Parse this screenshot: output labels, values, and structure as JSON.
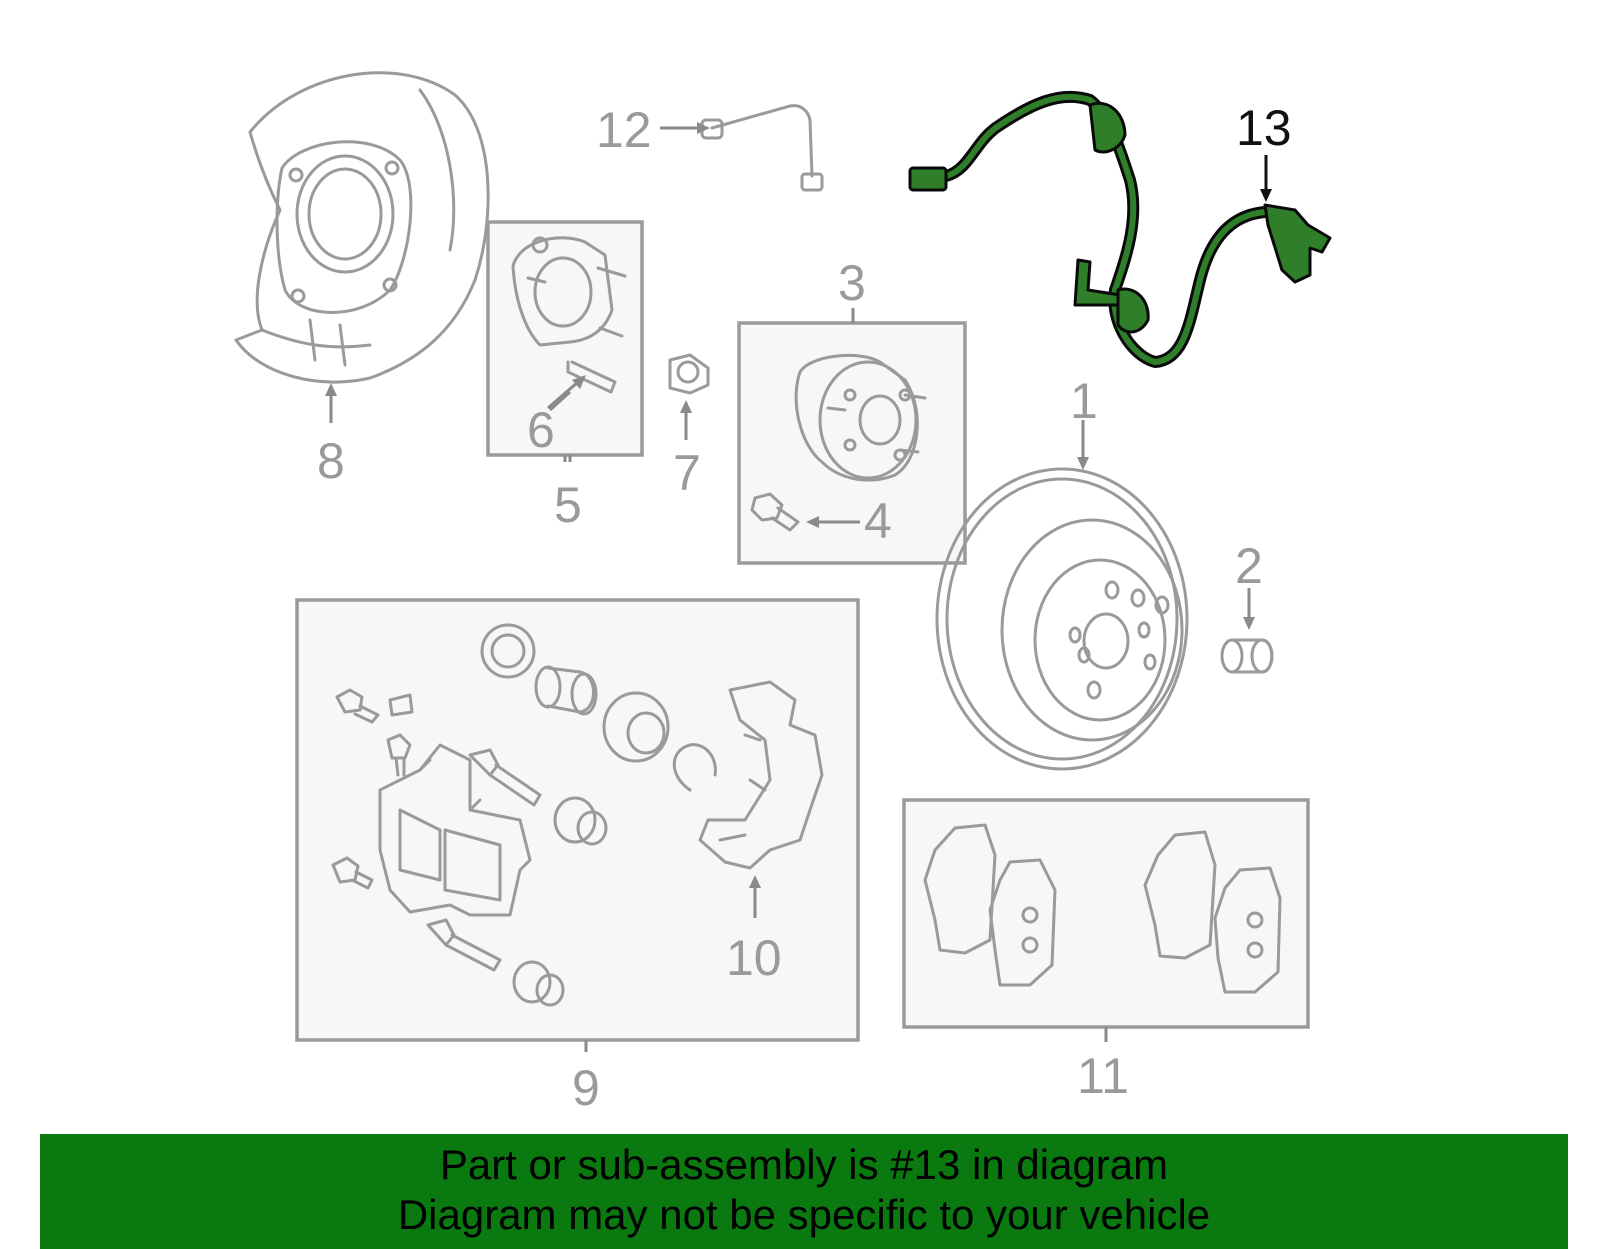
{
  "diagram": {
    "callouts": {
      "c1": "1",
      "c2": "2",
      "c3": "3",
      "c4": "4",
      "c5": "5",
      "c6": "6",
      "c7": "7",
      "c8": "8",
      "c9": "9",
      "c10": "10",
      "c11": "11",
      "c12": "12",
      "c13": "13"
    },
    "highlighted_part": "13",
    "colors": {
      "highlight": "#2f7f2a",
      "line_art": "#9a9a9a",
      "banner": "#0a7a10"
    }
  },
  "footer": {
    "line1": "Part or sub-assembly is #13 in diagram",
    "line2": "Diagram may not be specific to your vehicle"
  }
}
